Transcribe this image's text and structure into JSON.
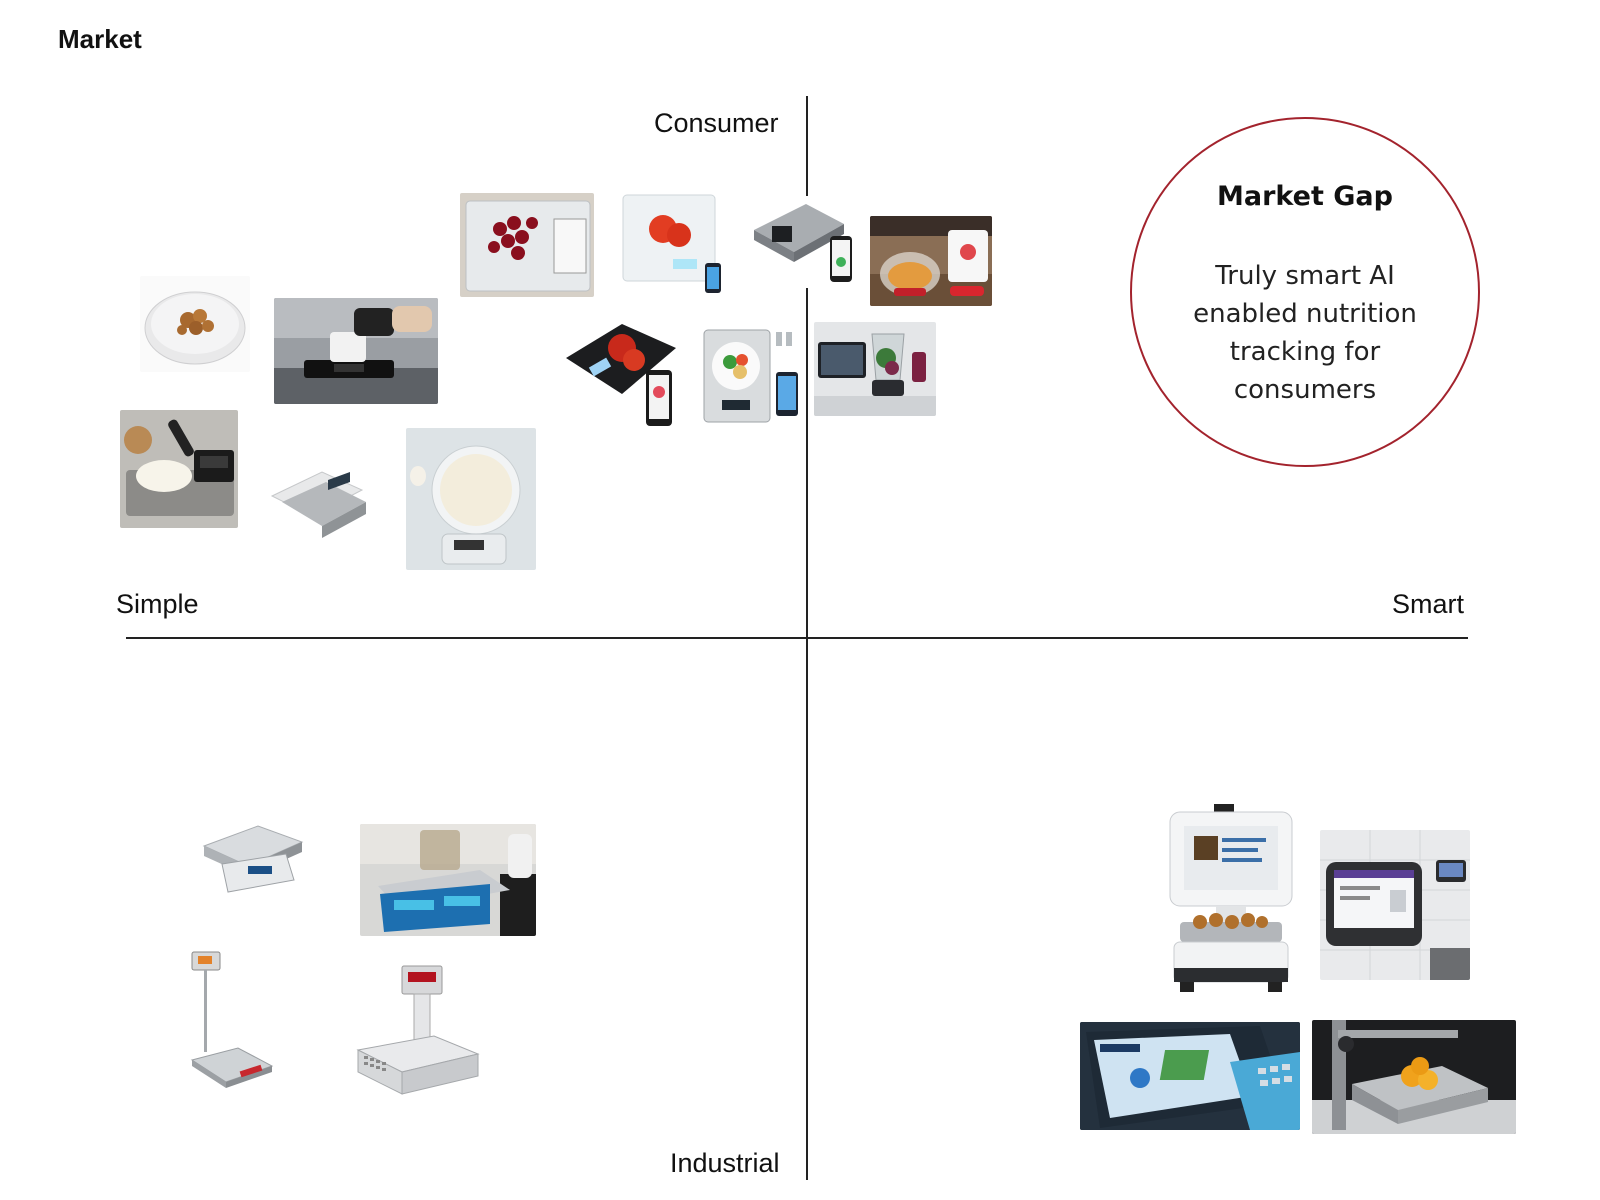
{
  "page": {
    "title": "Market"
  },
  "axes": {
    "top": "Consumer",
    "bottom": "Industrial",
    "left": "Simple",
    "right": "Smart"
  },
  "market_gap": {
    "title": "Market Gap",
    "body": "Truly smart AI enabled nutrition tracking for consumers"
  },
  "colors": {
    "circle": "#a3232d",
    "axis": "#222222"
  },
  "products": [
    {
      "name": "round-scale-with-walnuts-image",
      "quadrant": "consumer-simple"
    },
    {
      "name": "espresso-drip-scale-image",
      "quadrant": "consumer-simple"
    },
    {
      "name": "cherries-nutrition-scale-image",
      "quadrant": "consumer-simple"
    },
    {
      "name": "tomato-glass-scale-app-image",
      "quadrant": "consumer-simple"
    },
    {
      "name": "mini-digital-scale-image",
      "quadrant": "consumer-simple"
    },
    {
      "name": "pocket-jewelry-scale-image",
      "quadrant": "consumer-simple"
    },
    {
      "name": "flour-bowl-scale-image",
      "quadrant": "consumer-simple"
    },
    {
      "name": "black-glass-scale-app-image",
      "quadrant": "consumer-simple"
    },
    {
      "name": "salad-plate-scale-app-image",
      "quadrant": "consumer-simple"
    },
    {
      "name": "silver-scale-app-image",
      "quadrant": "consumer-smart"
    },
    {
      "name": "smoothie-tablet-scale-image",
      "quadrant": "consumer-smart"
    },
    {
      "name": "blender-tablet-scale-image",
      "quadrant": "consumer-smart"
    },
    {
      "name": "bench-counting-scale-image",
      "quadrant": "industrial-simple"
    },
    {
      "name": "blue-display-counting-scale-image",
      "quadrant": "industrial-simple"
    },
    {
      "name": "platform-floor-scale-image",
      "quadrant": "industrial-simple"
    },
    {
      "name": "label-printing-scale-image",
      "quadrant": "industrial-simple"
    },
    {
      "name": "kiosk-camera-food-scale-image",
      "quadrant": "industrial-smart"
    },
    {
      "name": "wall-mounted-waste-scale-image",
      "quadrant": "industrial-smart"
    },
    {
      "name": "retail-touchscreen-scale-image",
      "quadrant": "industrial-smart"
    },
    {
      "name": "ai-camera-produce-scale-image",
      "quadrant": "industrial-smart"
    }
  ]
}
